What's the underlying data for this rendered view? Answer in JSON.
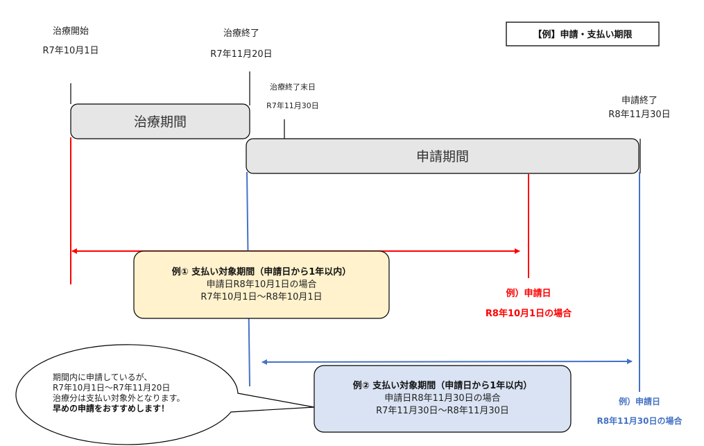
{
  "header": {
    "title": "【例】申請・支払い期限"
  },
  "milestones": {
    "treatment_start": {
      "label": "治療開始",
      "date": "R7年10月1日"
    },
    "treatment_end": {
      "label": "治療終了",
      "date": "R7年11月20日"
    },
    "treatment_end_month_end": {
      "label": "治療終了末日",
      "date": "R7年11月30日"
    },
    "application_end": {
      "label": "申請終了",
      "date": "R8年11月30日"
    }
  },
  "periods": {
    "treatment": {
      "label": "治療期間",
      "color": "#e6e6e6"
    },
    "application": {
      "label": "申請期間",
      "color": "#e6e6e6"
    }
  },
  "example1": {
    "title": "例① 支払い対象期間（申請日から1年以内）",
    "line1": "申請日R8年10月1日の場合",
    "line2": "R7年10月1日～R8年10月1日",
    "fill": "#fff2cc",
    "marker_line1": "例）申請日",
    "marker_line2": "R8年10月1日の場合",
    "color": "#ff0000"
  },
  "example2": {
    "title": "例② 支払い対象期間（申請日から1年以内）",
    "line1": "申請日R8年11月30日の場合",
    "line2": "R7年11月30日～R8年11月30日",
    "fill": "#dae3f3",
    "marker_line1": "例）申請日",
    "marker_line2": "R8年11月30日の場合",
    "color": "#4472c4"
  },
  "callout": {
    "line1": "期間内に申請しているが、",
    "line2": "R7年10月1日～R7年11月20日",
    "line3": "治療分は支払い対象外となります。",
    "line4_bold": "早めの申請をおすすめします！"
  }
}
